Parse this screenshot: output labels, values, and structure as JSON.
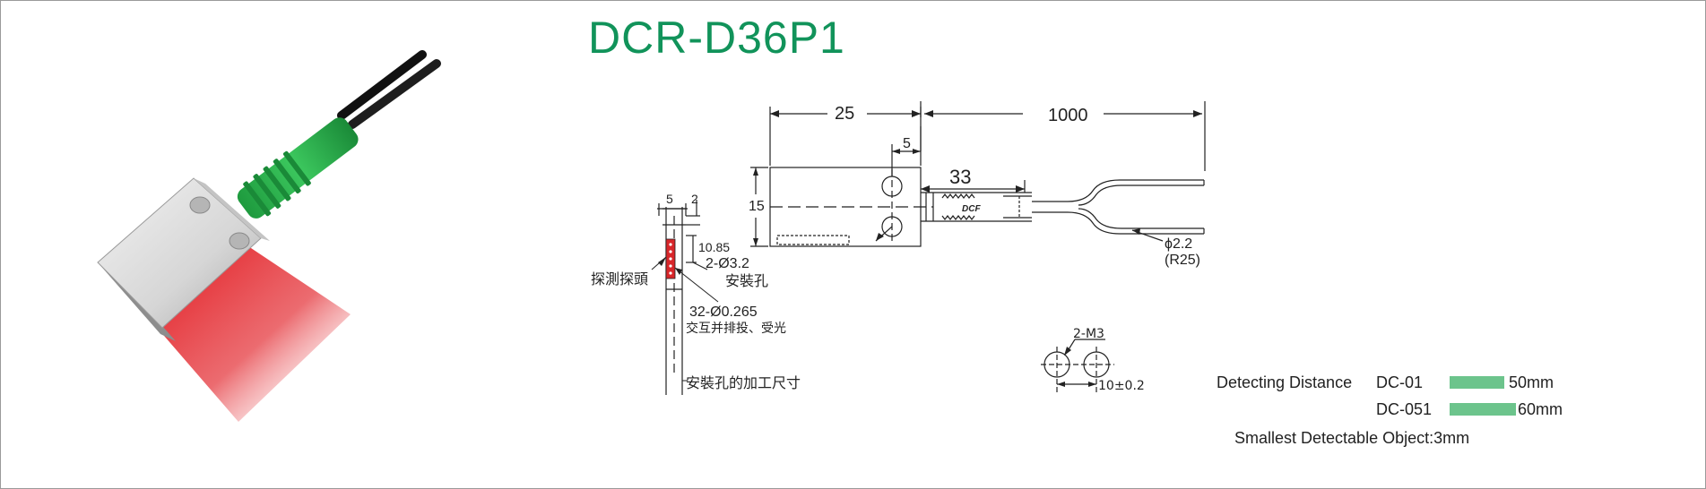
{
  "title": "DCR-D36P1",
  "colors": {
    "title": "#11935a",
    "bar": "#6cc48c",
    "sensor_body": "#d8d8d8",
    "cable_sleeve": "#2bb24c",
    "light_beam": "#e2161c",
    "line": "#222222"
  },
  "dims": {
    "length_25": "25",
    "cable_1000": "1000",
    "offset_5": "5",
    "height_15": "15",
    "length_33": "33",
    "cable_dia": "ϕ2.2",
    "bend_radius": "(R25)",
    "side_5": "5",
    "side_2": "2",
    "side_10_85": "10.85",
    "holes": "2-Ø3.2",
    "holes_label": "安裝孔",
    "probe_label": "探測探頭",
    "fibers": "32-Ø0.265",
    "fibers_desc": "交互并排投、受光",
    "mount_label": "安裝孔的加工尺寸",
    "m3": "2-M3",
    "pitch": "10±0.2"
  },
  "logo": "DCF",
  "specs": {
    "detecting_label": "Detecting  Distance",
    "rows": [
      {
        "model": "DC-01",
        "distance": "50mm",
        "fraction": 0.83
      },
      {
        "model": "DC-051",
        "distance": "60mm",
        "fraction": 1.0
      }
    ],
    "smallest": "Smallest Detectable Object:3mm"
  }
}
